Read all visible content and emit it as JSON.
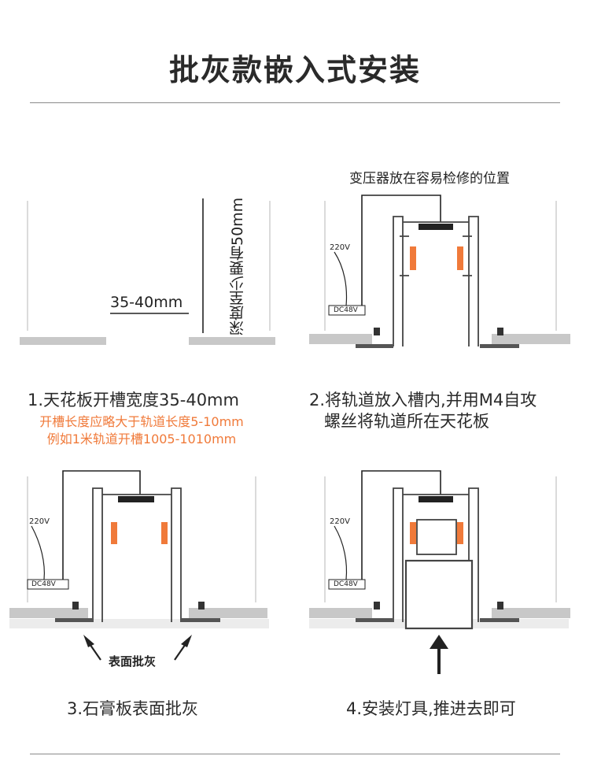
{
  "title": "批灰款嵌入式安装",
  "panel1": {
    "depth_label": "深度至少要有50mm",
    "width_label": "35-40mm",
    "caption": "1.天花板开槽宽度35-40mm",
    "note_line1": "开槽长度应略大于轨道长度5-10mm",
    "note_line2": "例如1米轨道开槽1005-1010mm"
  },
  "panel2": {
    "top_label": "变压器放在容易检修的位置",
    "input_label": "220V",
    "output_label": "DC48V",
    "caption_line1": "2.将轨道放入槽内,并用M4自攻",
    "caption_line2": "螺丝将轨道所在天花板"
  },
  "panel3": {
    "input_label": "220V",
    "output_label": "DC48V",
    "arrow_label": "表面批灰",
    "caption": "3.石膏板表面批灰"
  },
  "panel4": {
    "input_label": "220V",
    "output_label": "DC48V",
    "caption": "4.安装灯具,推进去即可"
  },
  "colors": {
    "accent": "#f07a3a",
    "board": "#c8c8c8",
    "line": "#222222"
  }
}
